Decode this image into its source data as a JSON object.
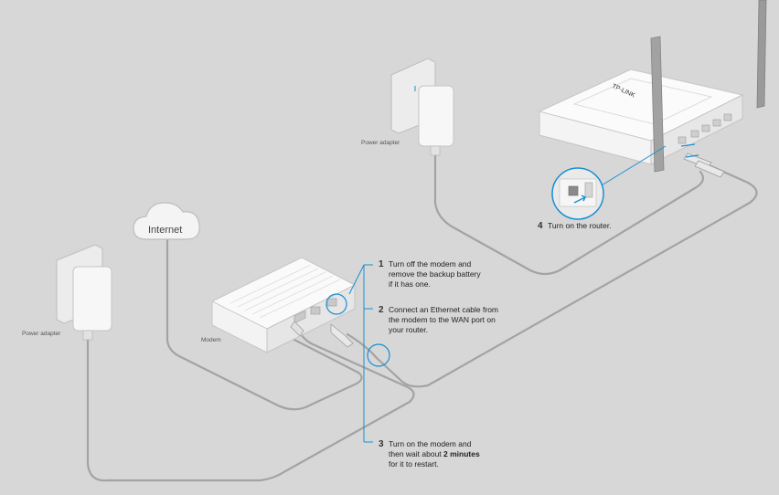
{
  "colors": {
    "background": "#d7d7d7",
    "accent": "#1a8fd1",
    "device": "#f2f2f2",
    "cable": "#9a9a9a"
  },
  "labels": {
    "power_adapter_left": "Power adapter",
    "power_adapter_top": "Power adapter",
    "modem": "Modem",
    "internet": "Internet",
    "router_brand": "TP-LINK"
  },
  "steps": [
    {
      "number": "1",
      "lines": [
        "Turn off the modem and",
        "remove the backup battery",
        "if it has one."
      ]
    },
    {
      "number": "2",
      "lines": [
        "Connect an Ethernet cable from",
        "the modem to the WAN port on",
        "your router."
      ]
    },
    {
      "number": "3",
      "lines": [
        "Turn on the modem and",
        "then wait about ",
        "for it to restart."
      ],
      "bold": "2 minutes"
    },
    {
      "number": "4",
      "lines": [
        "Turn on the router."
      ]
    }
  ],
  "icons": {
    "cloud": "cloud-icon",
    "power_plug": "power-plug-icon",
    "ethernet_cable": "ethernet-cable-icon"
  }
}
